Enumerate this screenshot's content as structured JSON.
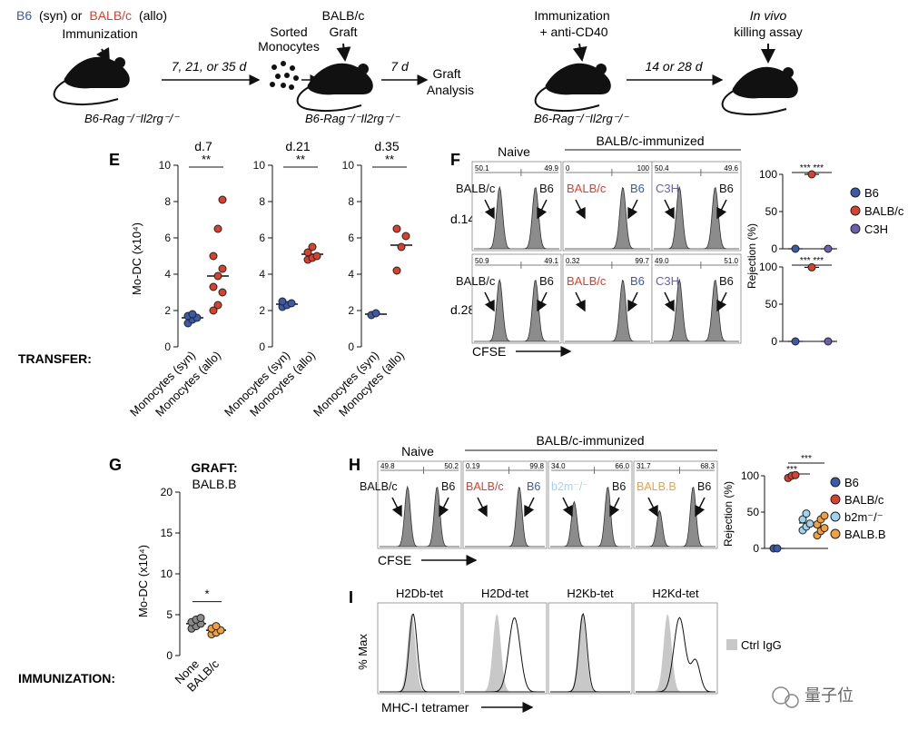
{
  "schematic": {
    "left": {
      "title_b6": "B6",
      "title_syn": "(syn) or",
      "title_balbc": "BALB/c",
      "title_allo": "(allo)",
      "immunization": "Immunization",
      "time1": "7, 21, or 35 d",
      "sorted": "Sorted",
      "monocytes": "Monocytes",
      "graft_title": "BALB/c",
      "graft": "Graft",
      "time2": "7 d",
      "analysis1": "Graft",
      "analysis2": "Analysis",
      "mouse1_label": "B6-Rag⁻/⁻Il2rg⁻/⁻",
      "mouse2_label": "B6-Rag⁻/⁻Il2rg⁻/⁻"
    },
    "right": {
      "immunization": "Immunization",
      "anti": "+ anti-CD40",
      "time": "14 or 28 d",
      "invivo": "In vivo",
      "killing": "killing assay",
      "mouse_label": "B6-Rag⁻/⁻Il2rg⁻/⁻"
    }
  },
  "panel_E": {
    "letter": "E",
    "transfer": "TRANSFER:",
    "ylabel": "Mo-DC (x10⁴)",
    "charts": [
      {
        "title": "d.7",
        "sig": "**"
      },
      {
        "title": "d.21",
        "sig": "**"
      },
      {
        "title": "d.35",
        "sig": "**"
      }
    ],
    "categories": [
      "Monocytes (syn)",
      "Monocytes (allo)"
    ]
  },
  "panel_F": {
    "letter": "F",
    "naive": "Naive",
    "immunized": "BALB/c-immunized",
    "rows": [
      "d.14",
      "d.28"
    ],
    "cfse": "CFSE",
    "label_balbc": "BALB/c",
    "label_b6": "B6",
    "label_c3h": "C3H",
    "gates": [
      [
        [
          "50.1",
          "49.9"
        ],
        [
          "0",
          "100"
        ],
        [
          "50.4",
          "49.6"
        ]
      ],
      [
        [
          "50.9",
          "49.1"
        ],
        [
          "0.32",
          "99.7"
        ],
        [
          "49.0",
          "51.0"
        ]
      ]
    ],
    "rejection_ylabel": "Rejection (%)",
    "rejection_sig": "*** ***",
    "legend": [
      "B6",
      "BALB/c",
      "C3H"
    ]
  },
  "panel_G": {
    "letter": "G",
    "graft_title": "GRAFT:",
    "graft_sub": "BALB.B",
    "ylabel": "Mo-DC (x10⁴)",
    "sig": "*",
    "immunization": "IMMUNIZATION:",
    "categories": [
      "None",
      "BALB/c"
    ]
  },
  "panel_H": {
    "letter": "H",
    "naive": "Naive",
    "immunized": "BALB/c-immunized",
    "cfse": "CFSE",
    "labels": [
      "BALB/c",
      "BALB/c",
      "b2m⁻/⁻",
      "BALB.B"
    ],
    "label_b6": "B6",
    "gates": [
      [
        "49.8",
        "50.2"
      ],
      [
        "0.19",
        "99.8"
      ],
      [
        "34.0",
        "66.0"
      ],
      [
        "31.7",
        "68.3"
      ]
    ],
    "rejection_ylabel": "Rejection (%)",
    "sig1": "***",
    "sig2": "***",
    "legend": [
      "B6",
      "BALB/c",
      "b2m⁻/⁻",
      "BALB.B"
    ]
  },
  "panel_I": {
    "letter": "I",
    "titles": [
      "H2Db-tet",
      "H2Dd-tet",
      "H2Kb-tet",
      "H2Kd-tet"
    ],
    "ylabel": "% Max",
    "xlabel": "MHC-I tetramer",
    "ctrl": "Ctrl IgG"
  },
  "watermark": "量子位",
  "colors": {
    "b6": "#3b5aa8",
    "balbc": "#d9412f",
    "c3h": "#6b5fb0",
    "b2m": "#9fd3ef",
    "balbb": "#f0a040",
    "none_grey": "#8a8a8a",
    "histogram_fill": "#8c8c8c"
  },
  "chart_data": [
    {
      "type": "scatter",
      "panel": "E",
      "title": "d.7",
      "categories": [
        "Monocytes (syn)",
        "Monocytes (allo)"
      ],
      "ylabel": "Mo-DC (x10⁴)",
      "ylim": [
        0,
        10
      ],
      "series": [
        {
          "values": [
            1.3,
            1.5,
            1.6,
            1.7,
            1.8
          ],
          "mean": 1.6
        },
        {
          "values": [
            2.0,
            2.3,
            3.0,
            3.3,
            3.9,
            4.3,
            5.0,
            6.5,
            8.1
          ],
          "mean": 3.9
        }
      ]
    },
    {
      "type": "scatter",
      "panel": "E",
      "title": "d.21",
      "categories": [
        "Monocytes (syn)",
        "Monocytes (allo)"
      ],
      "ylabel": "Mo-DC (x10⁴)",
      "ylim": [
        0,
        10
      ],
      "series": [
        {
          "values": [
            2.2,
            2.3,
            2.4,
            2.5
          ],
          "mean": 2.35
        },
        {
          "values": [
            4.8,
            4.9,
            5.0,
            5.2,
            5.5
          ],
          "mean": 5.1
        }
      ]
    },
    {
      "type": "scatter",
      "panel": "E",
      "title": "d.35",
      "categories": [
        "Monocytes (syn)",
        "Monocytes (allo)"
      ],
      "ylabel": "Mo-DC (x10⁴)",
      "ylim": [
        0,
        10
      ],
      "series": [
        {
          "values": [
            1.75,
            1.85
          ],
          "mean": 1.8
        },
        {
          "values": [
            4.2,
            5.5,
            6.1,
            6.5
          ],
          "mean": 5.6
        }
      ]
    },
    {
      "type": "scatter",
      "panel": "F",
      "title": "d.14",
      "categories": [
        "B6",
        "BALB/c",
        "C3H"
      ],
      "ylabel": "Rejection (%)",
      "ylim": [
        0,
        100
      ],
      "values": [
        0,
        100,
        0
      ]
    },
    {
      "type": "scatter",
      "panel": "F",
      "title": "d.28",
      "categories": [
        "B6",
        "BALB/c",
        "C3H"
      ],
      "ylabel": "Rejection (%)",
      "ylim": [
        0,
        100
      ],
      "values": [
        0,
        99.5,
        0
      ]
    },
    {
      "type": "scatter",
      "panel": "G",
      "categories": [
        "None",
        "BALB/c"
      ],
      "ylabel": "Mo-DC (x10⁴)",
      "ylim": [
        0,
        20
      ],
      "series": [
        {
          "values": [
            3.3,
            3.6,
            3.9,
            4.1,
            4.4,
            4.6
          ],
          "mean": 3.9
        },
        {
          "values": [
            2.6,
            2.8,
            3.1,
            3.3,
            3.6
          ],
          "mean": 3.1
        }
      ]
    },
    {
      "type": "scatter",
      "panel": "H",
      "categories": [
        "B6",
        "BALB/c",
        "b2m⁻/⁻",
        "BALB.B"
      ],
      "ylabel": "Rejection (%)",
      "ylim": [
        0,
        100
      ],
      "series": [
        {
          "values": [
            0,
            0
          ],
          "mean": 0
        },
        {
          "values": [
            97,
            100,
            101
          ],
          "mean": 99.5
        },
        {
          "values": [
            25,
            30,
            34,
            40,
            48
          ],
          "mean": 35
        },
        {
          "values": [
            18,
            24,
            28,
            33,
            40,
            45
          ],
          "mean": 30
        }
      ]
    }
  ]
}
